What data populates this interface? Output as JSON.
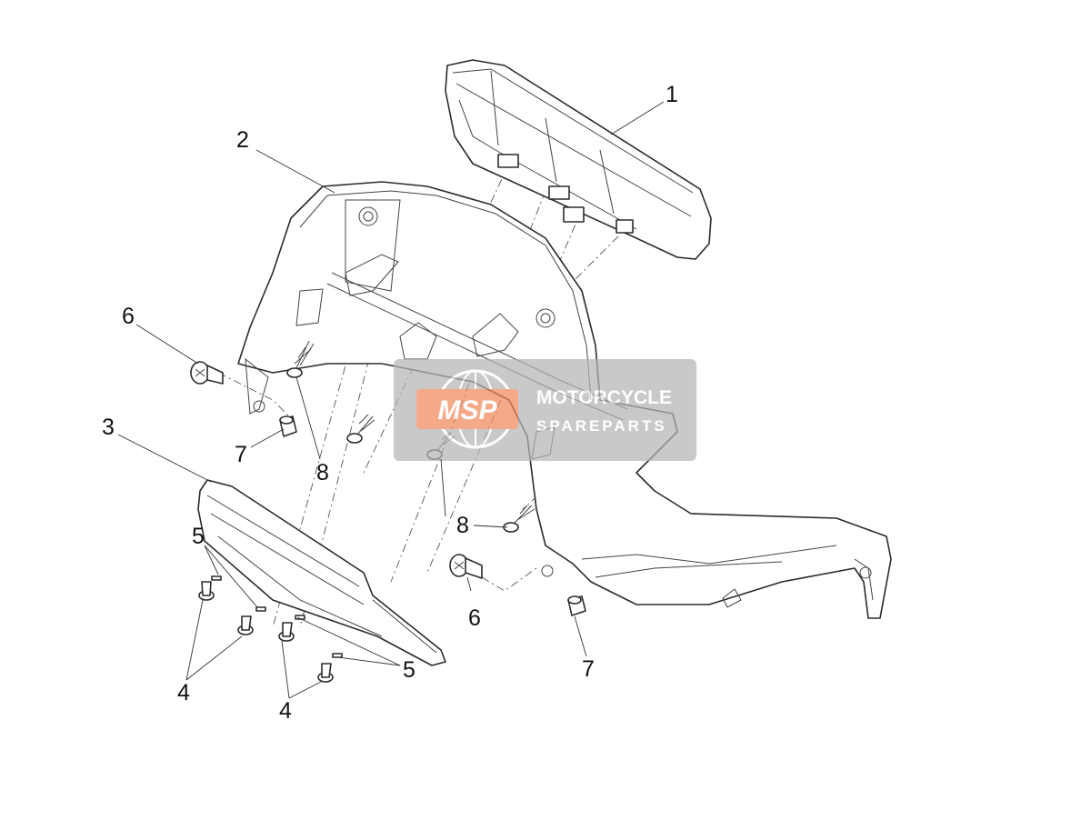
{
  "diagram": {
    "callouts": {
      "c1": "1",
      "c2": "2",
      "c3": "3",
      "c4a": "4",
      "c4b": "4",
      "c5a": "5",
      "c5b": "5",
      "c6a": "6",
      "c6b": "6",
      "c7a": "7",
      "c7b": "7",
      "c8a": "8",
      "c8b": "8"
    },
    "watermark": {
      "logo": "MSP",
      "line1": "MOTORCYCLE",
      "line2": "SPAREPARTS"
    }
  }
}
